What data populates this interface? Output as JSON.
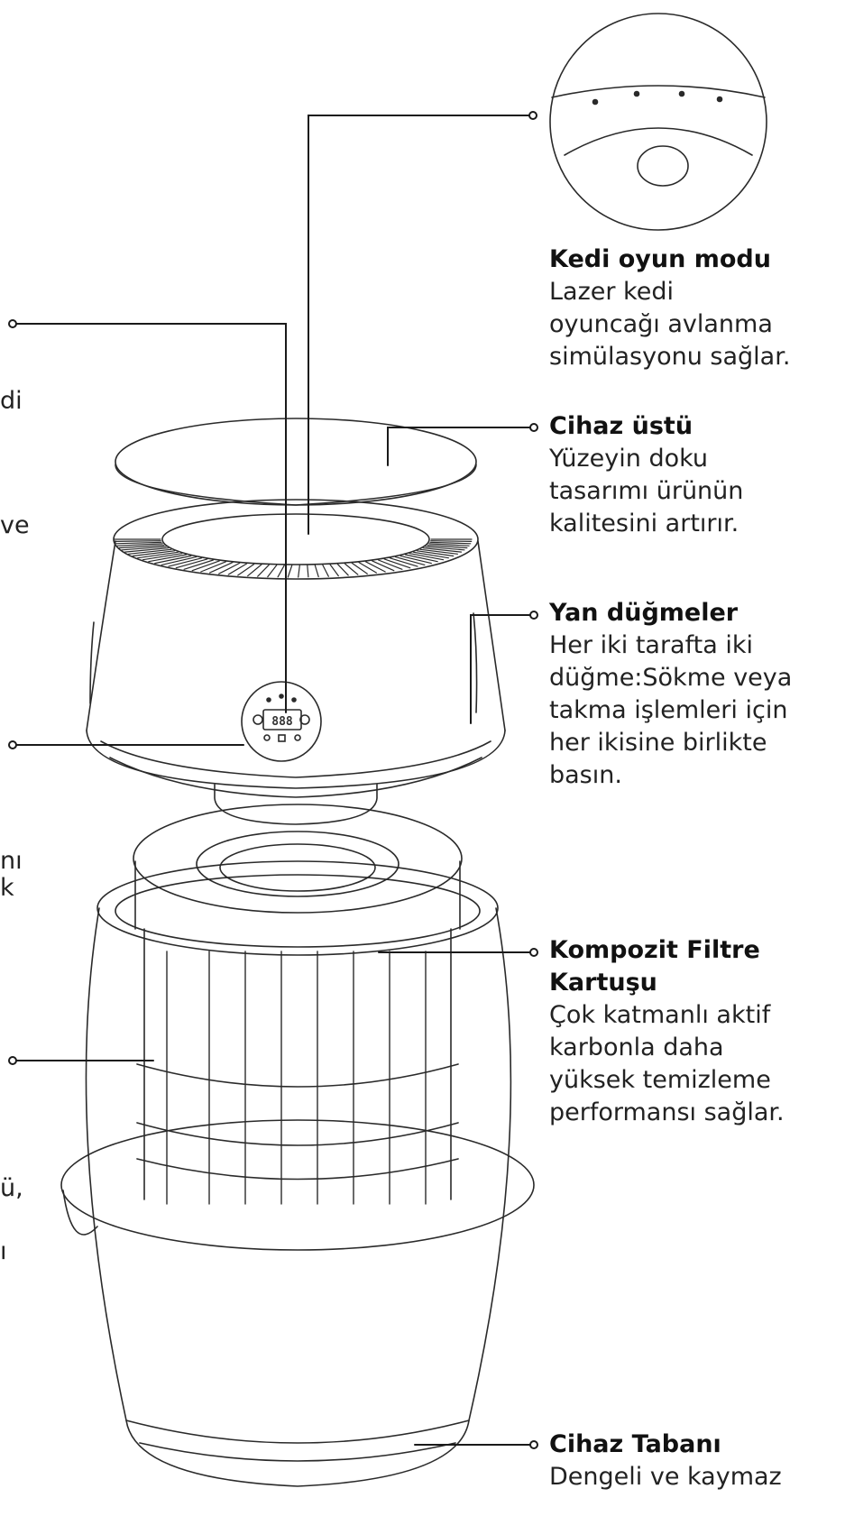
{
  "labels": {
    "cat_play": {
      "title": "Kedi oyun modu",
      "desc": [
        "Lazer kedi",
        "oyuncağı avlanma",
        "simülasyonu sağlar."
      ]
    },
    "top": {
      "title": "Cihaz üstü",
      "desc": [
        "Yüzeyin doku",
        "tasarımı ürünün",
        "kalitesini artırır."
      ]
    },
    "side_buttons": {
      "title": "Yan düğmeler",
      "desc": [
        "Her iki tarafta iki",
        "düğme:Sökme veya",
        "takma işlemleri için",
        "her ikisine birlikte",
        "basın."
      ]
    },
    "filter": {
      "title_lines": [
        "Kompozit Filtre",
        "Kartuşu"
      ],
      "desc": [
        "Çok katmanlı aktif",
        "karbonla daha",
        "yüksek temizleme",
        "performansı sağlar."
      ]
    },
    "base": {
      "title": "Cihaz Tabanı",
      "desc": [
        "Dengeli ve kaymaz"
      ]
    }
  },
  "left_fragments": [
    "di",
    "ve",
    "nı",
    "k",
    "ü,",
    "ı"
  ],
  "panel_display": "888"
}
